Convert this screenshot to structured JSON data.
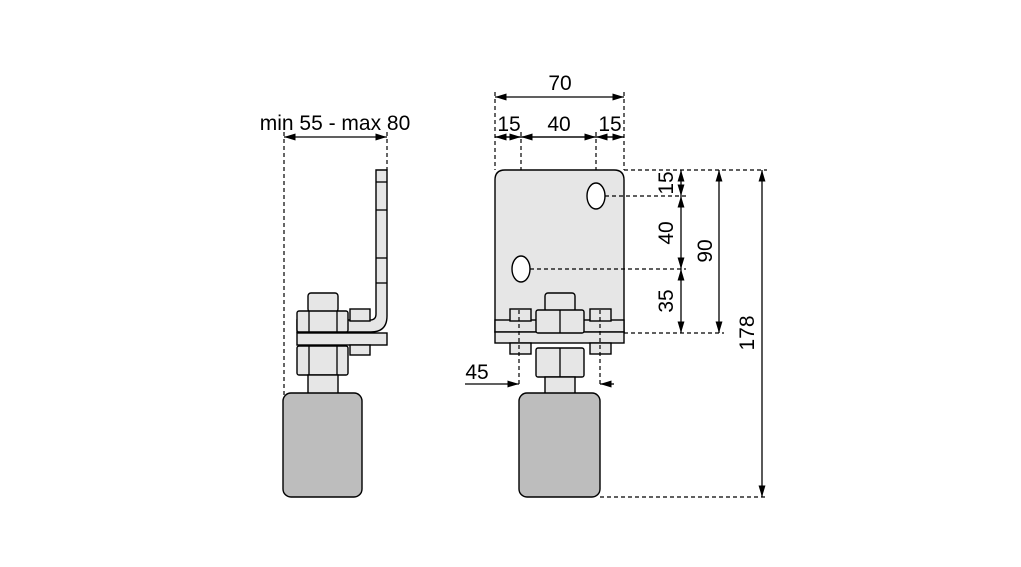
{
  "drawing": {
    "side_view": {
      "width_range_label": "min 55 - max 80"
    },
    "front_view": {
      "overall_width": "70",
      "hole_offset_left": "15",
      "hole_spacing_horizontal": "40",
      "hole_offset_right": "15",
      "top_to_upper_hole": "15",
      "hole_spacing_vertical": "40",
      "lower_hole_to_base": "35",
      "plate_height": "90",
      "overall_height": "178",
      "bolt_spacing": "45"
    }
  }
}
